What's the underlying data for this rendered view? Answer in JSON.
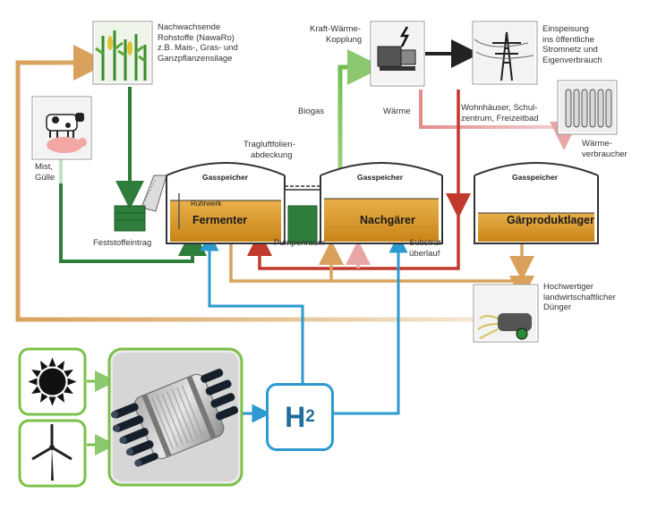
{
  "labels": {
    "nawaro": [
      "Nachwachsende",
      "Rohstoffe (NawaRo)",
      "z.B. Mais-, Gras- und",
      "Ganzpflanzensilage"
    ],
    "kwk": [
      "Kraft-Wärme-",
      "Kopplung"
    ],
    "einspeisung": [
      "Einspeisung",
      "ins öffentliche",
      "Stromnetz und",
      "Eigenverbrauch"
    ],
    "biogas": "Biogas",
    "waerme": "Wärme",
    "wohnhaeuser": [
      "Wohnhäuser, Schul-",
      "zentrum, Freizeitbad"
    ],
    "waermeverbraucher": [
      "Wärme-",
      "verbraucher"
    ],
    "mist": [
      "Mist,",
      "Gülle"
    ],
    "tragluft": [
      "Tragluftfolien-",
      "abdeckung"
    ],
    "gasspeicher": "Gasspeicher",
    "ruehrwerk": "Rührwerk",
    "fermenter": "Fermenter",
    "nachgaerer": "Nachgärer",
    "gaerprodukt": "Gärproduktlager",
    "feststoff": "Feststoffeintrag",
    "pumpenraum": "Pumpenraum",
    "substrat": [
      "Substrat-",
      "überlauf"
    ],
    "duenger": [
      "Hochwertiger",
      "landwirtschaftlicher",
      "Dünger"
    ]
  },
  "h2": {
    "symbol": "H",
    "subscript": "2"
  },
  "colors": {
    "green_dark": "#2e7d3a",
    "green_light": "#8cc870",
    "red": "#c0392b",
    "pink": "#e8a7a7",
    "brown": "#d9a15c",
    "blue": "#2c9ad0",
    "tank_fill": "#d99a2b",
    "frame_green": "#7cc04a"
  }
}
